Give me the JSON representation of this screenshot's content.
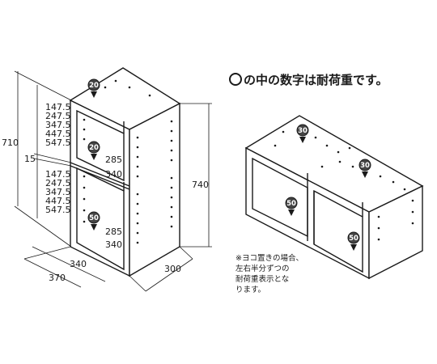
{
  "title": {
    "text": "の中の数字は耐荷重です。"
  },
  "left_box": {
    "side_labels_upper": [
      "147.5",
      "247.5",
      "347.5",
      "447.5",
      "547.5"
    ],
    "side_labels_lower": [
      "147.5",
      "247.5",
      "347.5",
      "447.5",
      "547.5"
    ],
    "height_total": "710",
    "gap_label": "15",
    "outer_height": "740",
    "width_inner": "340",
    "width_outer": "370",
    "depth": "300",
    "shelf_dims_upper": [
      "285",
      "340"
    ],
    "shelf_dims_lower": [
      "285",
      "340"
    ],
    "load_top": "20",
    "load_middle": "20",
    "load_bottom": "50"
  },
  "right_box": {
    "load_top_left": "30",
    "load_top_right": "30",
    "load_bottom_left": "50",
    "load_bottom_right": "50"
  },
  "note": {
    "lines": [
      "※ヨコ置きの場合、",
      "左右半分ずつの",
      "耐荷重表示とな",
      "ります。"
    ]
  }
}
